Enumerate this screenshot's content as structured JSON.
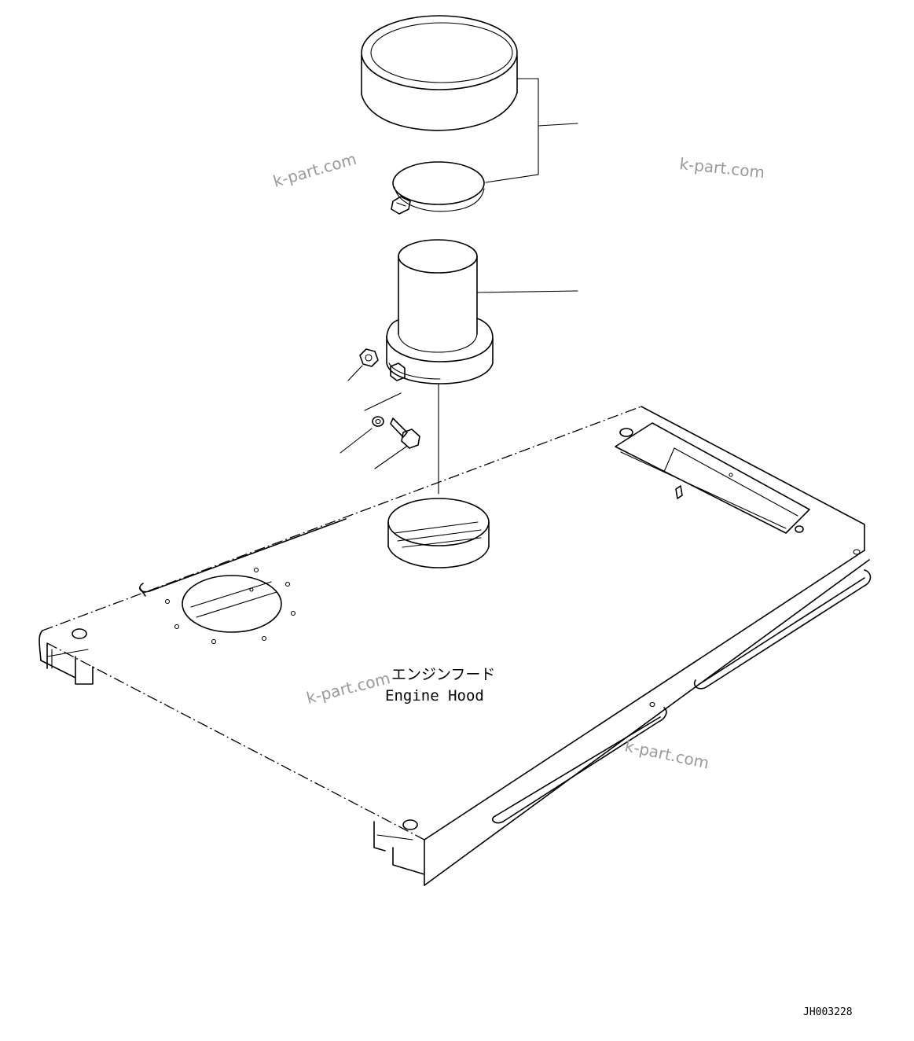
{
  "labels": {
    "engine_hood_jp": "エンジンフード",
    "engine_hood_en": "Engine Hood",
    "drawing_code": "JH003228"
  },
  "watermarks": [
    "k-part.com",
    "k-part.com",
    "k-part.com",
    "k-part.com"
  ]
}
